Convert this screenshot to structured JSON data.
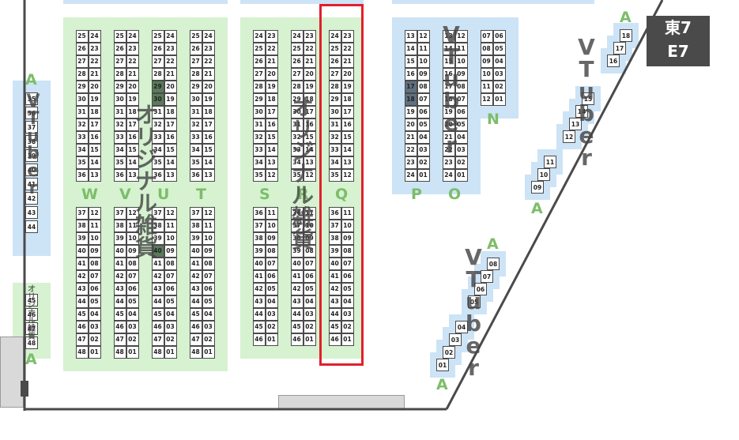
{
  "hall": {
    "name_jp": "東7",
    "name_en": "E7"
  },
  "labels": {
    "vtuber": "VTuber",
    "original_goods": "オリジナル雑貨"
  },
  "islands": [
    {
      "letter": "W",
      "top": {
        "left": [
          "25",
          "26",
          "27",
          "28",
          "29",
          "30",
          "31",
          "32",
          "33",
          "34",
          "35",
          "36"
        ],
        "right": [
          "24",
          "23",
          "22",
          "21",
          "20",
          "19",
          "18",
          "17",
          "16",
          "15",
          "14",
          "13"
        ]
      },
      "bottom": {
        "left": [
          "37",
          "38",
          "39",
          "40",
          "41",
          "42",
          "43",
          "44",
          "45",
          "46",
          "47",
          "48"
        ],
        "right": [
          "12",
          "11",
          "10",
          "09",
          "08",
          "07",
          "06",
          "05",
          "04",
          "03",
          "02",
          "01"
        ]
      }
    },
    {
      "letter": "V",
      "top": {
        "left": [
          "25",
          "26",
          "27",
          "28",
          "29",
          "30",
          "31",
          "32",
          "33",
          "34",
          "35",
          "36"
        ],
        "right": [
          "24",
          "23",
          "22",
          "21",
          "20",
          "19",
          "18",
          "17",
          "16",
          "15",
          "14",
          "13"
        ]
      },
      "bottom": {
        "left": [
          "37",
          "38",
          "39",
          "40",
          "41",
          "42",
          "43",
          "44",
          "45",
          "46",
          "47",
          "48"
        ],
        "right": [
          "12",
          "11",
          "10",
          "09",
          "08",
          "07",
          "06",
          "05",
          "04",
          "03",
          "02",
          "01"
        ]
      }
    },
    {
      "letter": "U",
      "top": {
        "left": [
          "25",
          "26",
          "27",
          "28",
          "29",
          "30",
          "31",
          "32",
          "33",
          "34",
          "35",
          "36"
        ],
        "right": [
          "24",
          "23",
          "22",
          "21",
          "20",
          "19",
          "18",
          "17",
          "16",
          "15",
          "14",
          "13"
        ]
      },
      "bottom": {
        "left": [
          "37",
          "38",
          "39",
          "40",
          "41",
          "42",
          "43",
          "44",
          "45",
          "46",
          "47",
          "48"
        ],
        "right": [
          "12",
          "11",
          "10",
          "09",
          "08",
          "07",
          "06",
          "05",
          "04",
          "03",
          "02",
          "01"
        ]
      }
    },
    {
      "letter": "T",
      "top": {
        "left": [
          "25",
          "26",
          "27",
          "28",
          "29",
          "30",
          "31",
          "32",
          "33",
          "34",
          "35",
          "36"
        ],
        "right": [
          "24",
          "23",
          "22",
          "21",
          "20",
          "19",
          "18",
          "17",
          "16",
          "15",
          "14",
          "13"
        ]
      },
      "bottom": {
        "left": [
          "37",
          "38",
          "39",
          "40",
          "41",
          "42",
          "43",
          "44",
          "45",
          "46",
          "47",
          "48"
        ],
        "right": [
          "12",
          "11",
          "10",
          "09",
          "08",
          "07",
          "06",
          "05",
          "04",
          "03",
          "02",
          "01"
        ]
      }
    },
    {
      "letter": "S",
      "top": {
        "left": [
          "24",
          "25",
          "26",
          "27",
          "28",
          "29",
          "30",
          "31",
          "32",
          "33",
          "34",
          "35"
        ],
        "right": [
          "23",
          "22",
          "21",
          "20",
          "19",
          "18",
          "17",
          "16",
          "15",
          "14",
          "13",
          "12"
        ]
      },
      "bottom": {
        "left": [
          "36",
          "37",
          "38",
          "39",
          "40",
          "41",
          "42",
          "43",
          "44",
          "45",
          "46"
        ],
        "right": [
          "11",
          "10",
          "09",
          "08",
          "07",
          "06",
          "05",
          "04",
          "03",
          "02",
          "01"
        ]
      }
    },
    {
      "letter": "R",
      "top": {
        "left": [
          "24",
          "25",
          "26",
          "27",
          "28",
          "29",
          "30",
          "31",
          "32",
          "33",
          "34",
          "35"
        ],
        "right": [
          "23",
          "22",
          "21",
          "20",
          "19",
          "18",
          "17",
          "16",
          "15",
          "14",
          "13",
          "12"
        ]
      },
      "bottom": {
        "left": [
          "36",
          "37",
          "38",
          "39",
          "40",
          "41",
          "42",
          "43",
          "44",
          "45",
          "46"
        ],
        "right": [
          "11",
          "10",
          "09",
          "08",
          "07",
          "06",
          "05",
          "04",
          "03",
          "02",
          "01"
        ]
      }
    },
    {
      "letter": "Q",
      "top": {
        "left": [
          "24",
          "25",
          "26",
          "27",
          "28",
          "29",
          "30",
          "31",
          "32",
          "33",
          "34",
          "35"
        ],
        "right": [
          "23",
          "22",
          "21",
          "20",
          "19",
          "18",
          "17",
          "16",
          "15",
          "14",
          "13",
          "12"
        ]
      },
      "bottom": {
        "left": [
          "36",
          "37",
          "38",
          "39",
          "40",
          "41",
          "42",
          "43",
          "44",
          "45",
          "46"
        ],
        "right": [
          "11",
          "10",
          "09",
          "08",
          "07",
          "06",
          "05",
          "04",
          "03",
          "02",
          "01"
        ]
      }
    },
    {
      "letter": "P",
      "top": {
        "left": [
          "13",
          "14",
          "15",
          "16",
          "17",
          "18",
          "19",
          "20",
          "21",
          "22",
          "23",
          "24"
        ],
        "right": [
          "12",
          "11",
          "10",
          "09",
          "08",
          "07",
          "06",
          "05",
          "04",
          "03",
          "02",
          "01"
        ]
      }
    },
    {
      "letter": "O",
      "top": {
        "left": [
          "13",
          "14",
          "15",
          "16",
          "17",
          "18",
          "19",
          "20",
          "21",
          "22",
          "23",
          "24"
        ],
        "right": [
          "12",
          "11",
          "10",
          "09",
          "08",
          "07",
          "06",
          "05",
          "04",
          "03",
          "02",
          "01"
        ]
      }
    },
    {
      "letter": "N",
      "top": {
        "left": [
          "07",
          "08",
          "09",
          "10",
          "11",
          "12"
        ],
        "right": [
          "06",
          "05",
          "04",
          "03",
          "02",
          "01"
        ]
      }
    }
  ],
  "highlighted": {
    "U_top_30": "30",
    "U_top_29": "29",
    "U_bottom_40": "40",
    "P_17": "17",
    "P_18": "18"
  },
  "wall_a_left": {
    "letter": "A",
    "cells": [
      "35",
      "36",
      "37",
      "38",
      "39",
      "40",
      "41",
      "42",
      "43",
      "44"
    ]
  },
  "wall_a_left_small": {
    "letter": "A",
    "cells": [
      "45",
      "46",
      "47",
      "48"
    ]
  },
  "wall_a_right_top": {
    "letter": "A",
    "cells": [
      "18",
      "17",
      "16",
      "15",
      "14",
      "13",
      "12",
      "11",
      "10",
      "09"
    ]
  },
  "wall_a_right_bottom": {
    "letter": "A",
    "cells": [
      "08",
      "07",
      "06",
      "05",
      "04",
      "03",
      "02",
      "01"
    ]
  },
  "colors": {
    "green_zone": "#d6f2d0",
    "blue_zone": "#cde3f6",
    "letter_green": "#7cbd6a",
    "highlight_red": "#e0202c",
    "wall": "#4a4a4a"
  }
}
